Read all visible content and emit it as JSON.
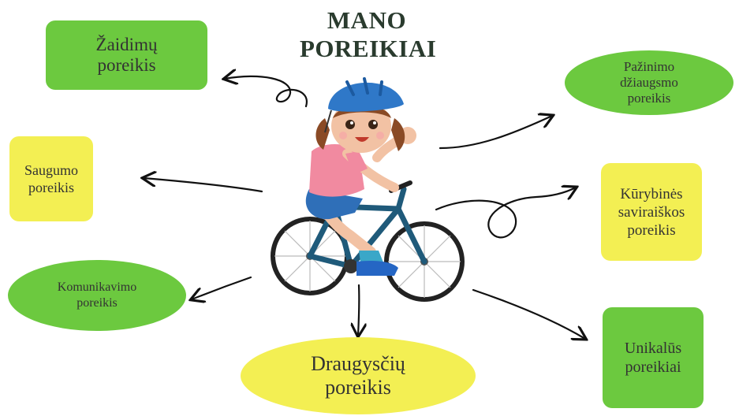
{
  "title": {
    "line1": "MANO",
    "line2": "POREIKIAI"
  },
  "colors": {
    "green": "#6cc93f",
    "yellow": "#f3ef53",
    "title": "#2a3b2e",
    "helmet": "#2f78c8",
    "shirt": "#f18aa0",
    "bike": "#1f5a7a"
  },
  "icons": {
    "center": "girl-riding-bicycle-illustration",
    "arrow": "hand-drawn-arrow-icon"
  },
  "needs": {
    "zaidimu": {
      "line1": "Žaidimų",
      "line2": "poreikis"
    },
    "saugumo": {
      "line1": "Saugumo",
      "line2": "poreikis"
    },
    "komunikavimo": {
      "line1": "Komunikavimo",
      "line2": "poreikis"
    },
    "draugysciu": {
      "line1": "Draugysčių",
      "line2": "poreikis"
    },
    "pazinimo": {
      "line1": "Pažinimo",
      "line2": "džiaugsmo",
      "line3": "poreikis"
    },
    "kurybines": {
      "line1": "Kūrybinės",
      "line2": "saviraiškos",
      "line3": "poreikis"
    },
    "unikalus": {
      "line1": "Unikalūs",
      "line2": "poreikiai"
    }
  }
}
